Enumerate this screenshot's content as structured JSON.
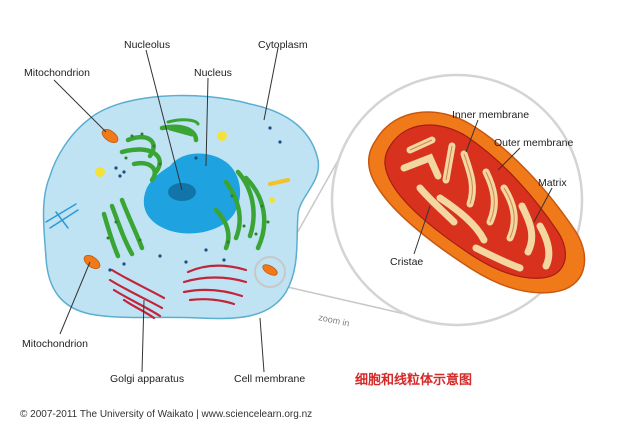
{
  "labels": {
    "nucleolus": "Nucleolus",
    "nucleus": "Nucleus",
    "cytoplasm": "Cytoplasm",
    "mitochondrion_top": "Mitochondrion",
    "mitochondrion_bottom": "Mitochondrion",
    "golgi": "Golgi apparatus",
    "cell_membrane": "Cell membrane",
    "inner_membrane": "Inner membrane",
    "outer_membrane": "Outer membrane",
    "matrix": "Matrix",
    "cristae": "Cristae",
    "zoom": "zoom in"
  },
  "caption_cn": "细胞和线粒体示意图",
  "copyright": "© 2007-2011 The University of Waikato | www.sciencelearn.org.nz",
  "colors": {
    "cytoplasm": "#bfe3f3",
    "nucleus": "#1ea2e0",
    "nucleolus": "#1274a8",
    "er": "#3aa535",
    "golgi": "#c2253a",
    "mito_outer": "#f07a1a",
    "mito_inner": "#d8321e",
    "caption": "#d42a2a"
  }
}
